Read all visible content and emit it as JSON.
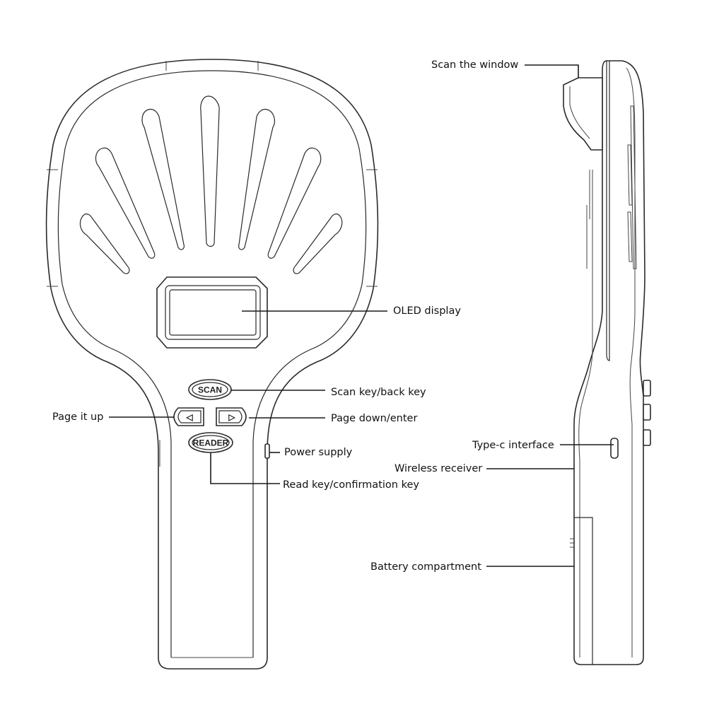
{
  "labels": {
    "scan_window": "Scan the window",
    "oled_display": "OLED display",
    "scan_key": "Scan key/back key",
    "page_up": "Page it up",
    "page_down": "Page down/enter",
    "power_supply": "Power supply",
    "read_key": "Read key/confirmation key",
    "typec": "Type-c interface",
    "wireless": "Wireless receiver",
    "battery": "Battery compartment"
  },
  "buttons": {
    "scan": "SCAN",
    "reader": "READER",
    "left_glyph": "◁",
    "right_glyph": "▷"
  },
  "colors": {
    "line": "#1a1a1a",
    "outline": "#2a2a2a",
    "background": "#ffffff"
  }
}
